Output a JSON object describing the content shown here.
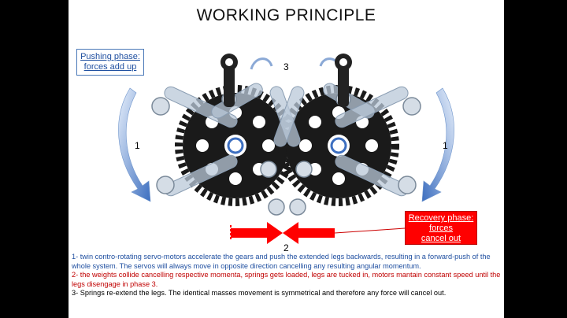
{
  "slide": {
    "title": "WORKING PRINCIPLE",
    "push_callout": {
      "line1": "Pushing phase:",
      "line2": "forces add up"
    },
    "recovery_callout": {
      "line1": "Recovery phase:",
      "line2": "forces",
      "line3": "cancel out"
    },
    "labels": {
      "left_arrow": "1",
      "right_arrow": "1",
      "top": "3",
      "bottom": "2"
    },
    "notes": {
      "line1": "1- twin contro-rotating servo-motors accelerate the gears and push the extended legs backwards, resulting in a forward-push of the whole system. The servos will always move in opposite direction cancelling any resulting angular momentum.",
      "line2": "2- the weights collide cancelling respective momenta, springs gets loaded, legs are tucked in, motors mantain constant speed until the legs disengage in phase 3.",
      "line3": "3- Springs re-extend the legs. The identical masses movement is symmetrical and therefore any force will cancel out."
    }
  },
  "colors": {
    "slide_bg": "#ffffff",
    "frame": "#000000",
    "arrow_blue": "#3d6fc0",
    "arrow_red": "#ff0000",
    "gear": "#1a1a1a",
    "leg": "#9fb3c8"
  }
}
